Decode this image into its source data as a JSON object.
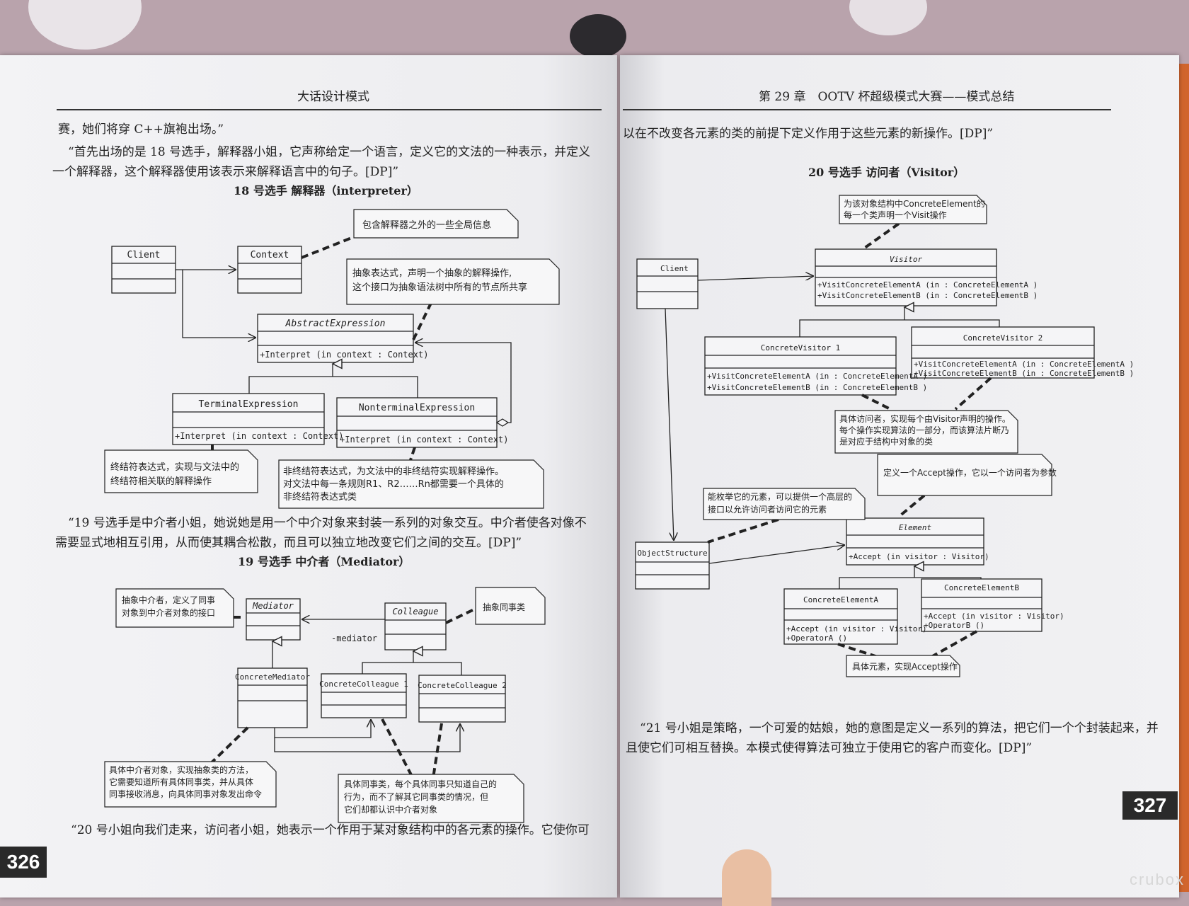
{
  "book": {
    "left_header": "大话设计模式",
    "right_header": "第 29 章　OOTV 杯超级模式大赛——模式总结",
    "left_page_number": "326",
    "right_page_number": "327",
    "watermark": "crubox"
  },
  "left": {
    "para1": "赛，她们将穿 C++旗袍出场。”",
    "para2_line1": "“首先出场的是 18 号选手，解释器小姐，它声称给定一个语言，定义它的文法的一种表示，并定义",
    "para2_line2": "一个解释器，这个解释器使用该表示来解释语言中的句子。[DP]”",
    "title18": "18 号选手  解释器（interpreter）",
    "para3_line1": "“19 号选手是中介者小姐，她说她是用一个中介对象来封装一系列的对象交互。中介者使各对像不",
    "para3_line2": "需要显式地相互引用，从而使其耦合松散，而且可以独立地改变它们之间的交互。[DP]”",
    "title19": "19 号选手  中介者（Mediator）",
    "para4": "“20 号小姐向我们走来，访问者小姐，她表示一个作用于某对象结构中的各元素的操作。它使你可"
  },
  "interpreter": {
    "client": "Client",
    "context": "Context",
    "abstract": "AbstractExpression",
    "abstract_op": "+Interpret (in context  : Context)",
    "terminal": "TerminalExpression",
    "terminal_op": "+Interpret (in context  : Context)",
    "nonterminal": "NonterminalExpression",
    "nonterminal_op": "+Interpret (in context  : Context)",
    "note_context": "包含解释器之外的一些全局信息",
    "note_abstract_1": "抽象表达式，声明一个抽象的解释操作,",
    "note_abstract_2": "这个接口为抽象语法树中所有的节点所共享",
    "note_terminal_1": "终结符表达式，实现与文法中的",
    "note_terminal_2": "终结符相关联的解释操作",
    "note_nonterminal_1": "非终结符表达式，为文法中的非终结符实现解释操作。",
    "note_nonterminal_2": "对文法中每一条规则R1、R2……Rn都需要一个具体的",
    "note_nonterminal_3": "非终结符表达式类"
  },
  "mediator": {
    "mediator": "Mediator",
    "colleague": "Colleague",
    "assoc": "-mediator",
    "concrete_mediator": "ConcreteMediator",
    "cc1": "ConcreteColleague 1",
    "cc2": "ConcreteColleague  2",
    "note_mediator_1": "抽象中介者，定义了同事",
    "note_mediator_2": "对象到中介者对象的接口",
    "note_colleague": "抽象同事类",
    "note_cm_1": "具体中介者对象，实现抽象类的方法，",
    "note_cm_2": "它需要知道所有具体同事类，并从具体",
    "note_cm_3": "同事接收消息，向具体同事对象发出命令",
    "note_cc_1": "具体同事类，每个具体同事只知道自己的",
    "note_cc_2": "行为，而不了解其它同事类的情况，但",
    "note_cc_3": "它们却都认识中介者对象"
  },
  "right": {
    "para1": "以在不改变各元素的类的前提下定义作用于这些元素的新操作。[DP]”",
    "title20": "20 号选手  访问者（Visitor）",
    "para2_line1": "“21 号小姐是策略，一个可爱的姑娘，她的意图是定义一系列的算法，把它们一个个封装起来，并",
    "para2_line2": "且使它们可相互替换。本模式使得算法可独立于使用它的客户而变化。[DP]”"
  },
  "visitor": {
    "client": "Client",
    "visitor": "Visitor",
    "visitor_op1": "+VisitConcreteElementA (in  : ConcreteElementA )",
    "visitor_op2": "+VisitConcreteElementB (in  : ConcreteElementB )",
    "cv1": "ConcreteVisitor 1",
    "cv1_op1": "+VisitConcreteElementA (in  : ConcreteElementA )",
    "cv1_op2": "+VisitConcreteElementB (in  : ConcreteElementB )",
    "cv2": "ConcreteVisitor 2",
    "cv2_op1": "+VisitConcreteElementA (in  : ConcreteElementA )",
    "cv2_op2": "+VisitConcreteElementB (in  : ConcreteElementB )",
    "object_structure": "ObjectStructure",
    "element": "Element",
    "element_op": "+Accept (in visitor  : Visitor)",
    "cea": "ConcreteElementA",
    "cea_op1": "+Accept (in visitor  : Visitor)",
    "cea_op2": "+OperatorA ()",
    "ceb": "ConcreteElementB",
    "ceb_op1": "+Accept (in visitor  : Visitor)",
    "ceb_op2": "+OperatorB ()",
    "note_visitor_1": "为该对象结构中ConcreteElement的",
    "note_visitor_2": "每一个类声明一个Visit操作",
    "note_cv_1": "具体访问者，实现每个由Visitor声明的操作。",
    "note_cv_2": "每个操作实现算法的一部分，而该算法片断乃",
    "note_cv_3": "是对应于结构中对象的类",
    "note_os_1": "能枚举它的元素，可以提供一个高层的",
    "note_os_2": "接口以允许访问者访问它的元素",
    "note_element": "定义一个Accept操作，它以一个访问者为参数",
    "note_ce": "具体元素，实现Accept操作"
  }
}
